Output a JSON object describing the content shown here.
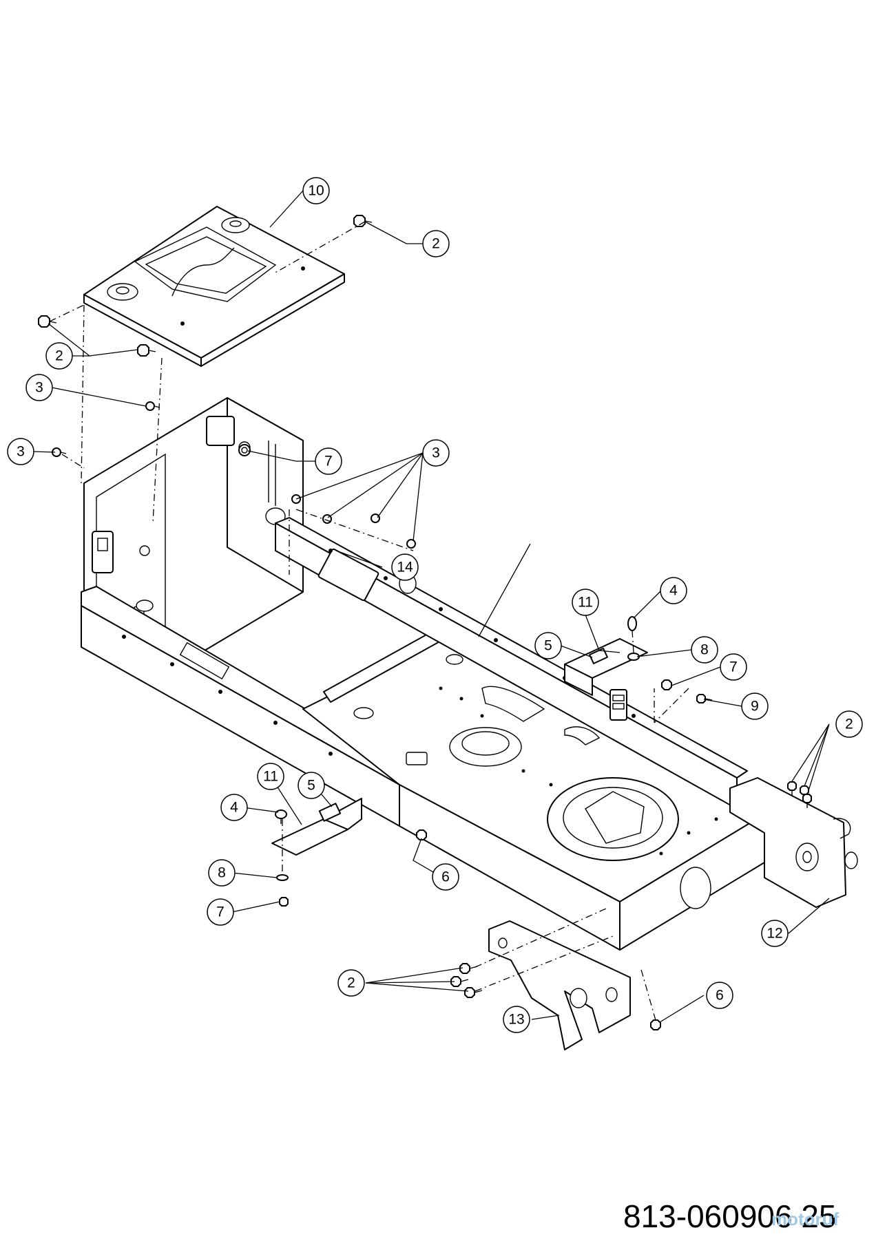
{
  "drawing_number": "813-060906 25",
  "watermark": "motoruf",
  "callouts": [
    "10",
    "2",
    "2",
    "3",
    "3",
    "7",
    "3",
    "14",
    "4",
    "11",
    "5",
    "8",
    "7",
    "9",
    "2",
    "11",
    "5",
    "4",
    "8",
    "7",
    "6",
    "12",
    "2",
    "6",
    "13"
  ]
}
